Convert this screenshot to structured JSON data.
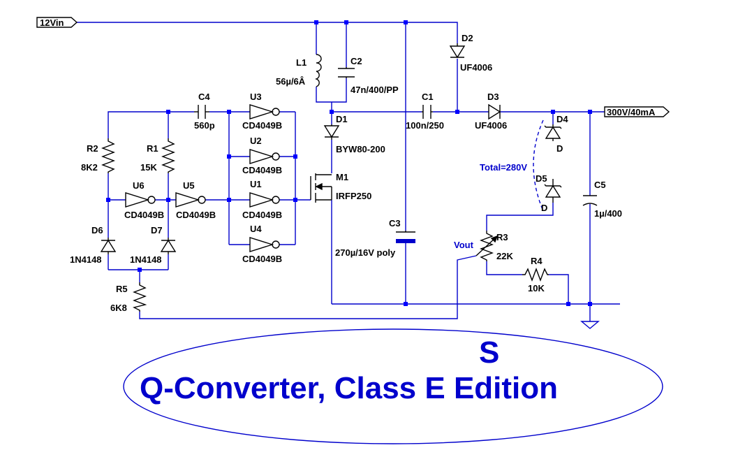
{
  "net_labels": {
    "input": "12Vin",
    "output": "300V/40mA"
  },
  "components": {
    "L1": {
      "ref": "L1",
      "value": "56µ/6Â"
    },
    "C2": {
      "ref": "C2",
      "value": "47n/400/PP"
    },
    "D2": {
      "ref": "D2",
      "value": "UF4006"
    },
    "C4": {
      "ref": "C4",
      "value": "560p"
    },
    "U3": {
      "ref": "U3",
      "value": "CD4049B"
    },
    "U2": {
      "ref": "U2",
      "value": "CD4049B"
    },
    "U1": {
      "ref": "U1",
      "value": "CD4049B"
    },
    "U4": {
      "ref": "U4",
      "value": "CD4049B"
    },
    "U6": {
      "ref": "U6",
      "value": "CD4049B"
    },
    "U5": {
      "ref": "U5",
      "value": "CD4049B"
    },
    "C1": {
      "ref": "C1",
      "value": "100n/250"
    },
    "D3": {
      "ref": "D3",
      "value": "UF4006"
    },
    "D1": {
      "ref": "D1",
      "value": "BYW80-200"
    },
    "D4": {
      "ref": "D4",
      "value": "D"
    },
    "D5": {
      "ref": "D5",
      "value": "D"
    },
    "R2": {
      "ref": "R2",
      "value": "8K2"
    },
    "R1": {
      "ref": "R1",
      "value": "15K"
    },
    "M1": {
      "ref": "M1",
      "value": "IRFP250"
    },
    "C5": {
      "ref": "C5",
      "value": "1µ/400"
    },
    "C3": {
      "ref": "C3",
      "value": "270µ/16V poly"
    },
    "R3": {
      "ref": "R3",
      "value": "22K"
    },
    "R4": {
      "ref": "R4",
      "value": "10K"
    },
    "D6": {
      "ref": "D6",
      "value": "1N4148"
    },
    "D7": {
      "ref": "D7",
      "value": "1N4148"
    },
    "R5": {
      "ref": "R5",
      "value": "6K8"
    }
  },
  "annotations": {
    "total": "Total=280V",
    "vout": "Vout"
  },
  "title": {
    "main": "Q-Converter, Class E Edition",
    "superscript": "S"
  }
}
